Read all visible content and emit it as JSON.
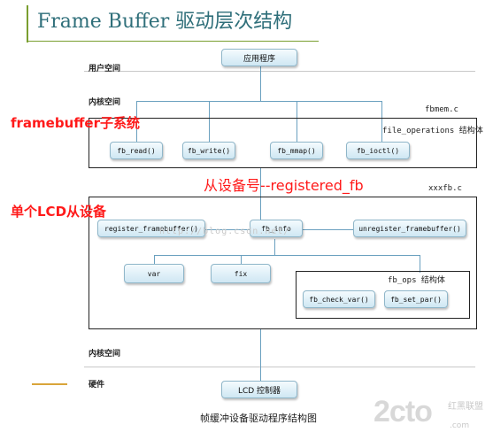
{
  "title": "Frame Buffer 驱动层次结构",
  "nodes": {
    "app": "应用程序",
    "fb_read": "fb_read()",
    "fb_write": "fb_write()",
    "fb_mmap": "fb_mmap()",
    "fb_ioctl": "fb_ioctl()",
    "register_framebuffer": "register_framebuffer()",
    "fb_info": "fb_info",
    "unregister_framebuffer": "unregister_framebuffer()",
    "var": "var",
    "fix": "fix",
    "fb_check_var": "fb_check_var()",
    "fb_set_par": "fb_set_par()",
    "lcd": "LCD 控制器"
  },
  "layers": {
    "user_space": "用户空间",
    "kernel_space_top": "内核空间",
    "kernel_space_bottom": "内核空间",
    "hardware": "硬件"
  },
  "files": {
    "fbmem": "fbmem.c",
    "xxxfb": "xxxfb.c"
  },
  "struct_labels": {
    "file_operations": "file_operations 结构体",
    "fb_ops": "fb_ops 结构体"
  },
  "annotations": {
    "framebuffer_subsystem": "framebuffer子系统",
    "slave_device_no": "从设备号--registered_fb",
    "single_lcd": "单个LCD从设备"
  },
  "caption": "帧缓冲设备驱动程序结构图",
  "watermark": {
    "url": "http://blog.csdn.net/",
    "brand": "2cto",
    "brand_cn": "红黑联盟",
    "brand_domain": ".com"
  }
}
